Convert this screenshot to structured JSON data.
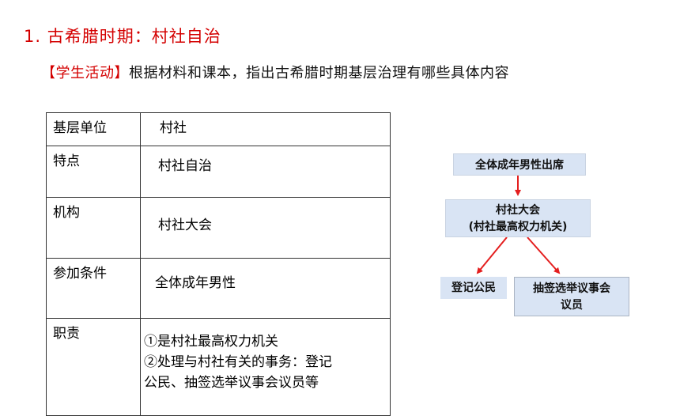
{
  "header": {
    "title": "1. 古希腊时期：村社自治",
    "activity_tag": "【学生活动】",
    "activity_text": "根据材料和课本，指出古希腊时期基层治理有哪些具体内容"
  },
  "table": {
    "rows": [
      {
        "key": "基层单位",
        "value": "村社"
      },
      {
        "key": "特点",
        "value": "村社自治"
      },
      {
        "key": "机构",
        "value": "村社大会"
      },
      {
        "key": "参加条件",
        "value": "全体成年男性"
      },
      {
        "key": "职责",
        "value_lines": [
          "①是村社最高权力机关",
          "②处理与村社有关的事务：登记",
          "公民、抽签选举议事会议员等"
        ]
      }
    ]
  },
  "diagram": {
    "top": "全体成年男性出席",
    "middle_line1": "村社大会",
    "middle_line2": "(村社最高权力机关)",
    "left": "登记公民",
    "right_line1": "抽签选举议事会",
    "right_line2": "议员",
    "arrow_color": "#e41e1e",
    "box_color": "#d9e4f4"
  },
  "colors": {
    "accent": "#d40000"
  }
}
